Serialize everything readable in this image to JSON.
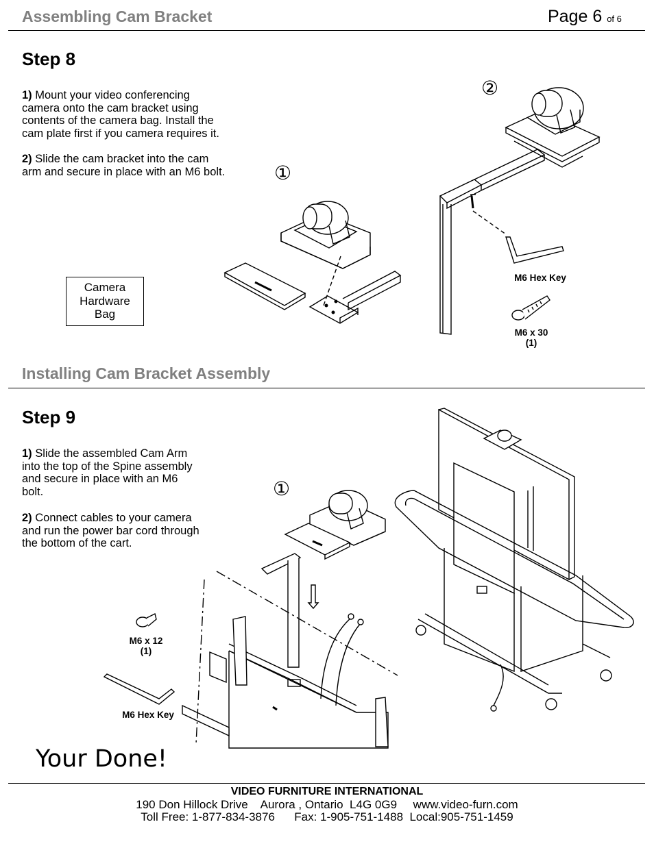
{
  "header": {
    "title": "Assembling Cam Bracket",
    "page_label": "Page 6",
    "page_of": "of 6"
  },
  "step8": {
    "title": "Step 8",
    "p1_num": "1)",
    "p1_lines": [
      "Mount your video conferencing",
      "camera onto the cam bracket using",
      "contents of the camera bag. Install the",
      "cam plate first if you camera requires it."
    ],
    "p2_num": "2)",
    "p2_lines": [
      "Slide the cam bracket into the cam",
      "arm and secure in place with an M6 bolt."
    ],
    "bag_lines": [
      "Camera",
      "Hardware",
      "Bag"
    ],
    "callout_1": "①",
    "callout_2": "②",
    "hex_key_label": "M6 Hex Key",
    "bolt_label": "M6 x 30",
    "bolt_qty": "(1)"
  },
  "section2": {
    "title": "Installing Cam Bracket Assembly"
  },
  "step9": {
    "title": "Step 9",
    "p1_num": "1)",
    "p1_lines": [
      "Slide the assembled Cam Arm",
      "into the top of the Spine assembly",
      "and secure in place with an M6",
      "bolt."
    ],
    "p2_num": "2)",
    "p2_lines": [
      "Connect cables to your camera",
      "and run the power bar cord through",
      "the bottom of the cart."
    ],
    "callout_1": "①",
    "bolt_label": "M6 x 12",
    "bolt_qty": "(1)",
    "hex_key_label": "M6 Hex Key"
  },
  "closing": "Your Done!",
  "footer": {
    "company": "VIDEO FURNITURE INTERNATIONAL",
    "address_line": "190 Don Hillock Drive    Aurora , Ontario  L4G 0G9     www.video-furn.com",
    "phone_line": "Toll Free: 1-877-834-3876      Fax: 1-905-751-1488  Local:905-751-1459"
  }
}
